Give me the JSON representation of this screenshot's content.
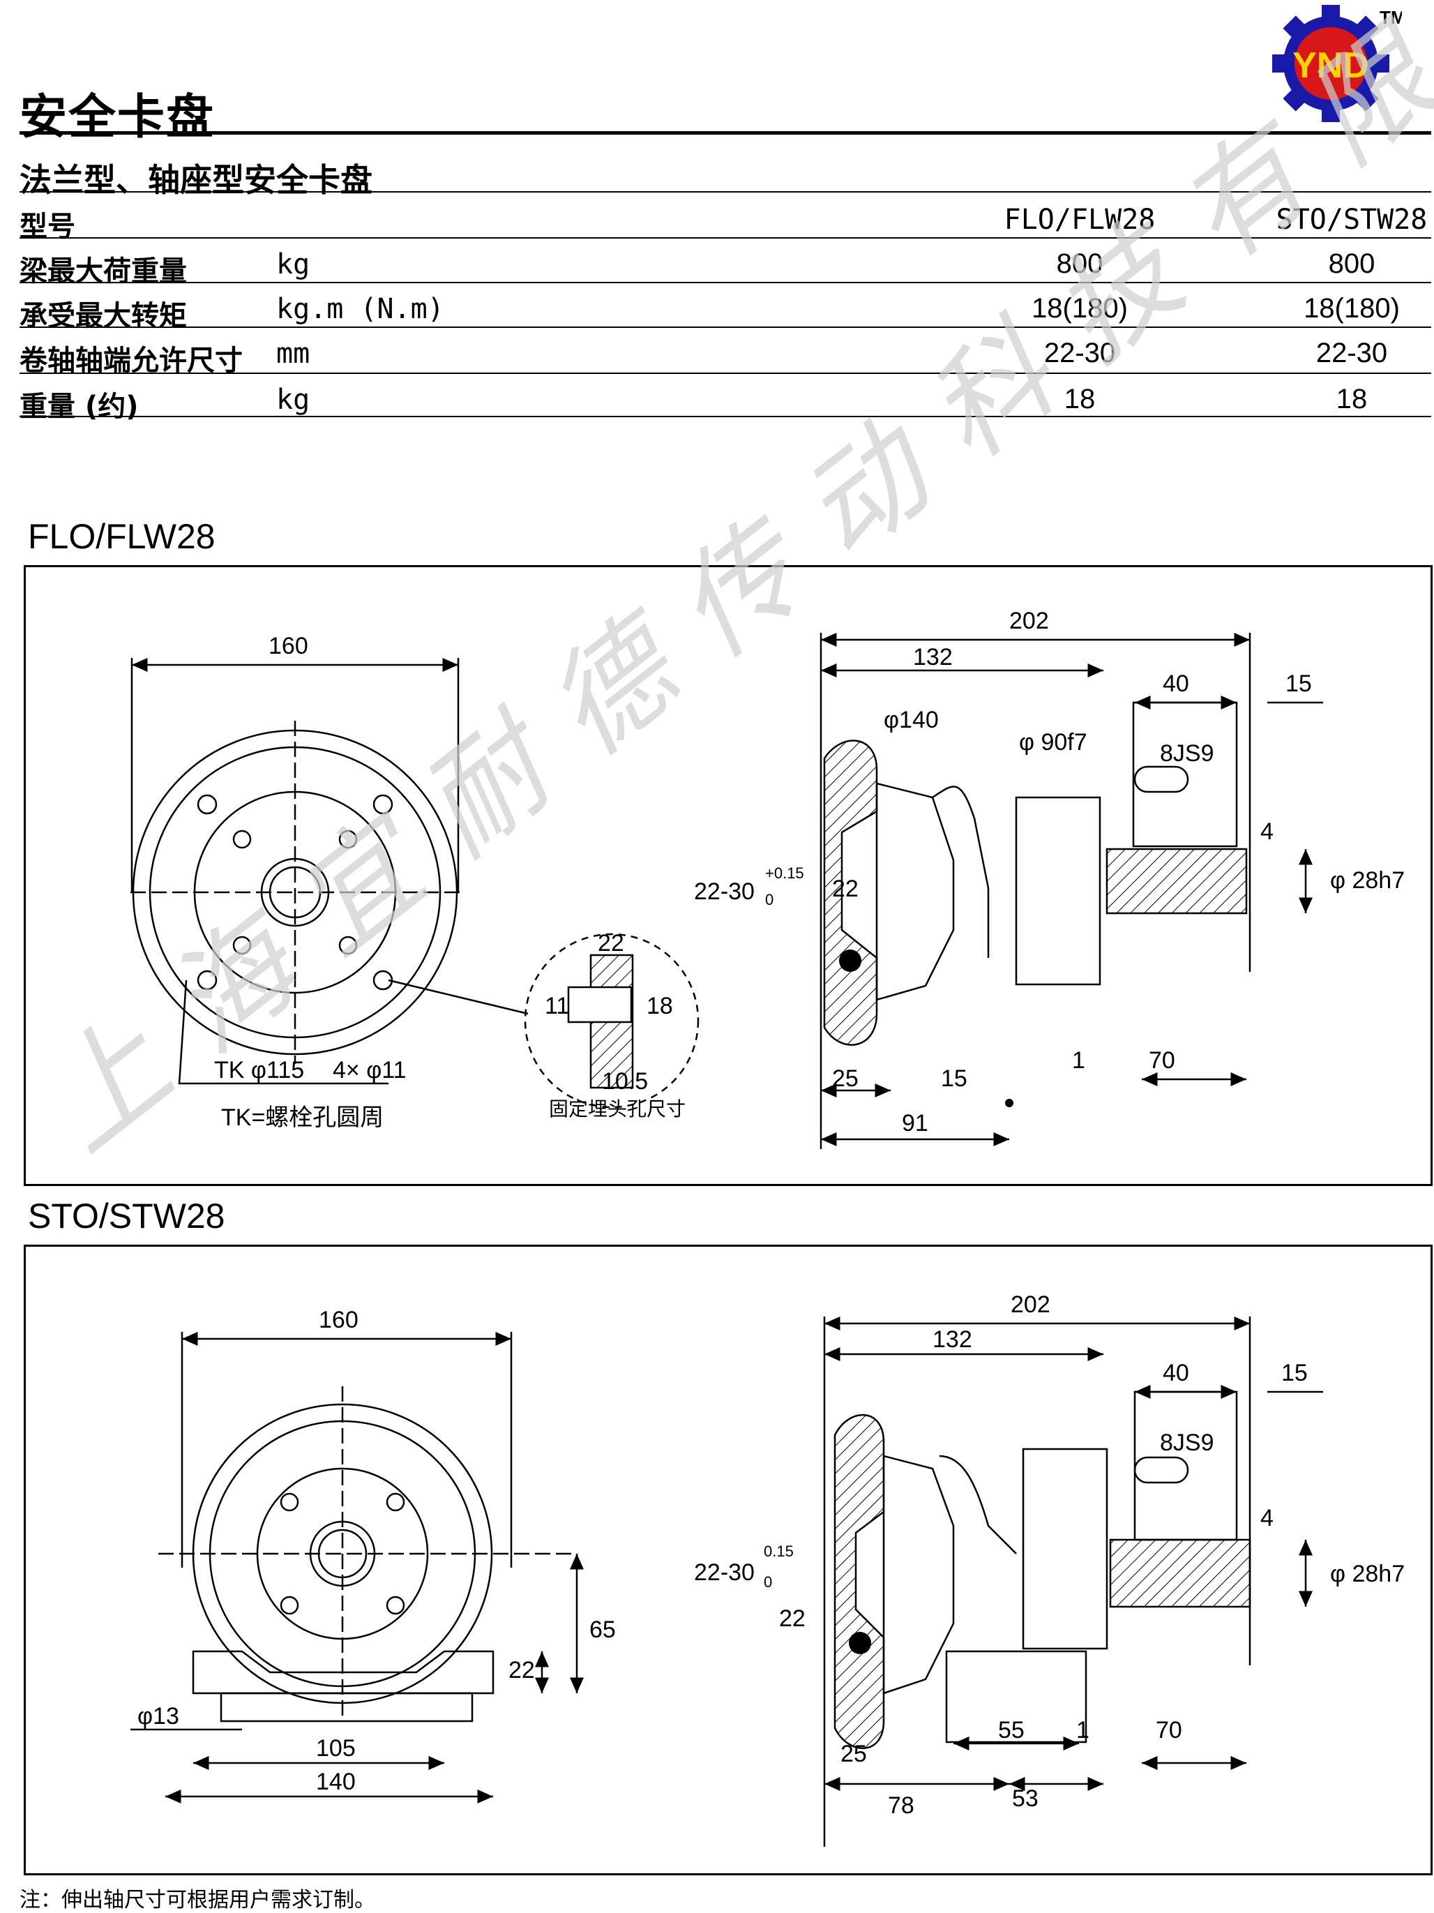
{
  "brand": {
    "logo_text": "YND",
    "trademark": "TM"
  },
  "page_title": "安全卡盘",
  "subtitle": "法兰型、轴座型安全卡盘",
  "spec_table": {
    "header": {
      "label": "型号",
      "col1": "FLO/FLW28",
      "col2": "STO/STW28"
    },
    "rows": [
      {
        "label": "梁最大荷重量",
        "unit": "kg",
        "v1": "800",
        "v2": "800"
      },
      {
        "label": "承受最大转矩",
        "unit": "kg.m (N.m)",
        "v1": "18(180)",
        "v2": "18(180)"
      },
      {
        "label": "卷轴轴端允许尺寸",
        "unit": "mm",
        "v1": "22-30",
        "v2": "22-30"
      },
      {
        "label": "重量 (约)",
        "unit": "kg",
        "v1": "18",
        "v2": "18"
      }
    ]
  },
  "section1": {
    "label": "FLO/FLW28",
    "front": {
      "d160": "160",
      "tk": "TK φ115",
      "holes": "4× φ11",
      "tk_note": "TK=螺栓孔圆周"
    },
    "detail": {
      "d22": "22",
      "d11": "11",
      "d18": "18",
      "d10": "10.5",
      "caption": "固定埋头孔尺寸"
    },
    "side": {
      "d202": "202",
      "d132": "132",
      "d140": "φ140",
      "d90": "φ 90f7",
      "d40": "40",
      "d15": "15",
      "d8": "8JS9",
      "d4": "4",
      "d28": "φ 28h7",
      "d2230": "22-30",
      "tol": "+0.15",
      "tol0": "0",
      "d22": "22",
      "d1": "1",
      "d70": "70",
      "d25": "25",
      "d15b": "15",
      "d91": "91"
    }
  },
  "section2": {
    "label": "STO/STW28",
    "front": {
      "d160": "160",
      "d65": "65",
      "d22": "22",
      "d13": "φ13",
      "d105": "105",
      "d140": "140"
    },
    "side": {
      "d202": "202",
      "d132": "132",
      "d40": "40",
      "d15": "15",
      "d8": "8JS9",
      "d4": "4",
      "d28": "φ 28h7",
      "d2230": "22-30",
      "tol": "0.15",
      "tol0": "0",
      "d22": "22",
      "d55": "55",
      "d1": "1",
      "d70": "70",
      "d25": "25",
      "d78": "78",
      "d53": "53"
    }
  },
  "watermark": "上海宜耐德传动科技有限公司",
  "footnote": "注：伸出轴尺寸可根据用户需求订制。",
  "colors": {
    "logo_gear": "#1a1aa8",
    "logo_center": "#d81818",
    "logo_text": "#ffd200",
    "watermark": "#cfcfcf"
  }
}
